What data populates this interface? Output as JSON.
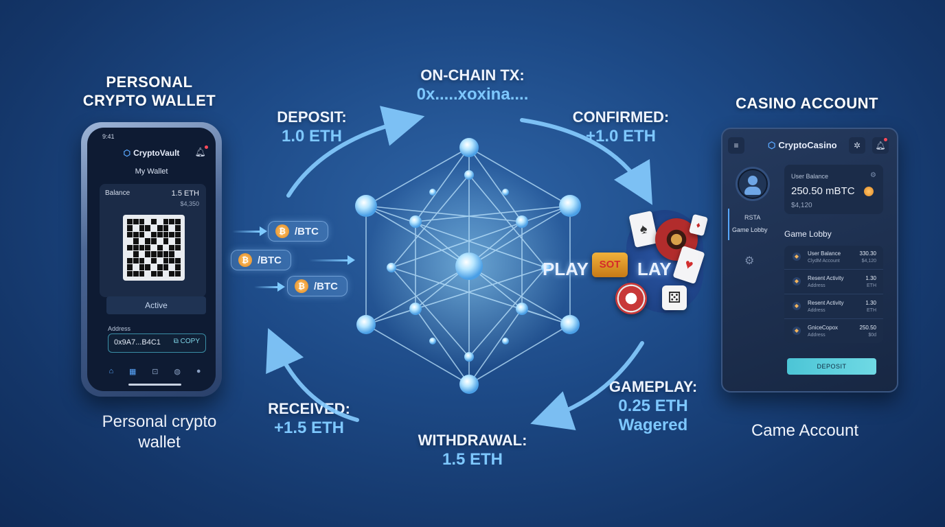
{
  "headings": {
    "wallet_title_line1": "PERSONAL",
    "wallet_title_line2": "CRYPTO WALLET",
    "casino_title": "CASINO ACCOUNT",
    "wallet_caption_line1": "Personal crypto",
    "wallet_caption_line2": "wallet",
    "casino_caption": "Came Account"
  },
  "flow": {
    "onchain_title": "ON-CHAIN TX:",
    "onchain_value": "0x.....xoxina....",
    "deposit_title": "DEPOSIT:",
    "deposit_value": "1.0 ETH",
    "confirmed_title": "CONFIRMED:",
    "confirmed_value": "+1.0 ETH",
    "gameplay_title": "GAMEPLAY:",
    "gameplay_value": "0.25 ETH",
    "gameplay_sub": "Wagered",
    "withdrawal_title": "WITHDRAWAL:",
    "withdrawal_value": "1.5 ETH",
    "received_title": "RECEIVED:",
    "received_value": "+1.5 ETH"
  },
  "btc_pills": [
    {
      "label": "/BTC",
      "coin": "₿"
    },
    {
      "label": "/BTC",
      "coin": "₿"
    },
    {
      "label": "/BTC",
      "coin": "₿"
    }
  ],
  "phone": {
    "status_time": "9:41",
    "app_name": "CryptoVault",
    "screen_title": "My Wallet",
    "balance_label": "Balance",
    "balance_value": "1.5 ETH",
    "balance_usd": "$4,350",
    "status": "Active",
    "address_label": "Address",
    "address_value": "0x9A7...B4C1",
    "copy_label": "COPY",
    "nav_icons": [
      "home-icon",
      "grid-icon",
      "scan-icon",
      "globe-icon",
      "user-icon"
    ]
  },
  "play_text": {
    "left": "PLAY",
    "right": "LAY",
    "slot": "SOT"
  },
  "casino": {
    "app_name": "CryptoCasino",
    "side_active_label": "Game Lobby",
    "side_active_icon": "RSTA",
    "user_balance_label": "User Balance",
    "user_balance_value": "250.50 mBTC",
    "user_balance_usd": "$4,120",
    "lobby_title": "Game Lobby",
    "rows": [
      {
        "title": "User Balance",
        "sub": "ClydM Account",
        "value": "330.30",
        "value2": "$4,120"
      },
      {
        "title": "Resent Activity",
        "sub": "Address",
        "value": "1.30",
        "value2": "ETH"
      },
      {
        "title": "Resent Activity",
        "sub": "Address",
        "value": "1.30",
        "value2": "ETH"
      },
      {
        "title": "GniceCopox",
        "sub": "Address",
        "value": "250.50",
        "value2": "$0d"
      }
    ],
    "deposit_label": "DEPOSIT"
  },
  "colors": {
    "accent_cyan": "#7ec8ff",
    "deposit_button": "#5fd0de",
    "background": "#1d4a87"
  }
}
